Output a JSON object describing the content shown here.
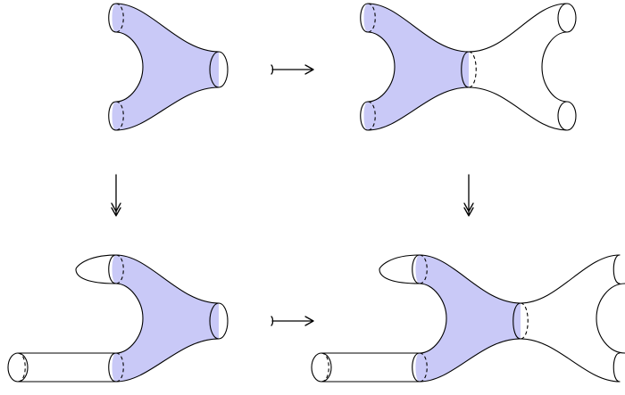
{
  "diagram": {
    "colors": {
      "shaded": "#c9c9f7",
      "stroke": "#000000",
      "background": "#ffffff"
    },
    "panels": [
      {
        "name": "pair-of-pants"
      },
      {
        "name": "pants-glued-to-cobordism"
      },
      {
        "name": "pants-with-handle-and-cylinder"
      },
      {
        "name": "composite-surface"
      }
    ],
    "arrows": [
      {
        "name": "top-monomorphism-arrow",
        "symbol": "⟼"
      },
      {
        "name": "bottom-monomorphism-arrow",
        "symbol": "⟼"
      },
      {
        "name": "left-epimorphism-arrow",
        "symbol": "↡"
      },
      {
        "name": "right-epimorphism-arrow",
        "symbol": "↡"
      }
    ]
  }
}
